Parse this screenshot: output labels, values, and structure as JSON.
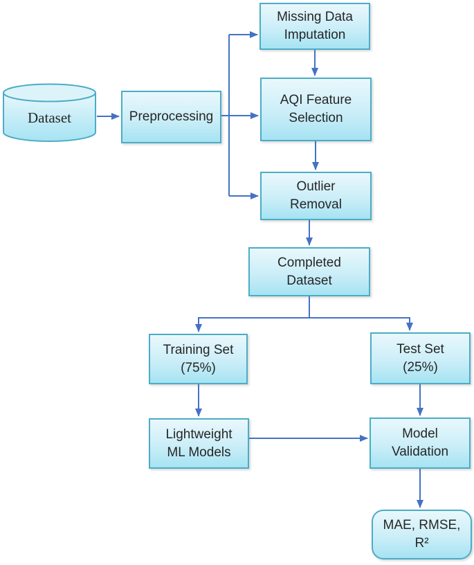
{
  "diagram": {
    "title": "AQI lightweight ML pipeline flowchart",
    "nodes": {
      "dataset": {
        "label": "Dataset",
        "shape": "cylinder"
      },
      "preprocessing": {
        "label": "Preprocessing",
        "shape": "rect"
      },
      "missing_data": {
        "label": "Missing Data\nImputation",
        "shape": "rect"
      },
      "aqi_feature": {
        "label": "AQI Feature\nSelection",
        "shape": "rect"
      },
      "outlier": {
        "label": "Outlier\nRemoval",
        "shape": "rect"
      },
      "completed": {
        "label": "Completed\nDataset",
        "shape": "rect"
      },
      "training": {
        "label": "Training Set\n(75%)",
        "shape": "rect"
      },
      "test": {
        "label": "Test Set\n(25%)",
        "shape": "rect"
      },
      "lightweight": {
        "label": "Lightweight\nML Models",
        "shape": "rect"
      },
      "validation": {
        "label": "Model\nValidation",
        "shape": "rect"
      },
      "metrics": {
        "label": "MAE, RMSE,\nR²",
        "shape": "rounded-rect"
      }
    },
    "edges": [
      {
        "from": "dataset",
        "to": "preprocessing"
      },
      {
        "from": "preprocessing",
        "to": "missing_data"
      },
      {
        "from": "preprocessing",
        "to": "aqi_feature"
      },
      {
        "from": "preprocessing",
        "to": "outlier"
      },
      {
        "from": "missing_data",
        "to": "aqi_feature"
      },
      {
        "from": "aqi_feature",
        "to": "outlier"
      },
      {
        "from": "outlier",
        "to": "completed"
      },
      {
        "from": "completed",
        "to": "training"
      },
      {
        "from": "completed",
        "to": "test"
      },
      {
        "from": "training",
        "to": "lightweight"
      },
      {
        "from": "lightweight",
        "to": "validation"
      },
      {
        "from": "test",
        "to": "validation"
      },
      {
        "from": "validation",
        "to": "metrics"
      }
    ]
  },
  "colors": {
    "background": "#ffffff",
    "box_border": "#4BACC6",
    "box_fill_top": "#E9F8FC",
    "box_fill_mid": "#CBEEF8",
    "box_fill_bottom": "#A6E3F2",
    "cylinder_top_fill": "#DDF3FA",
    "arrow_color": "#4472C4",
    "text_color": "#262626"
  }
}
